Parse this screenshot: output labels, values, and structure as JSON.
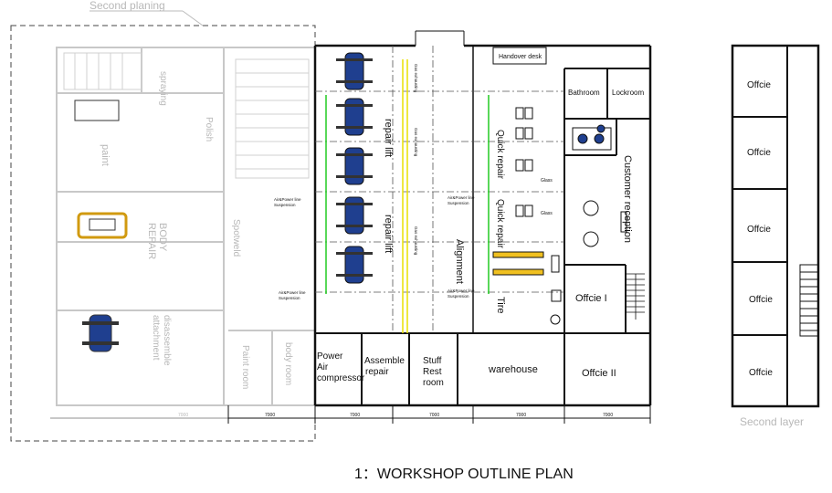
{
  "plan": {
    "caption": "1：WORKSHOP OUTLINE PLAN",
    "second_planing": "Second planing",
    "second_layer": "Second layer",
    "rooms": {
      "spraying": "spraying",
      "polish": "Polish",
      "paint": "paint",
      "body_repair_1": "BODY",
      "body_repair_2": "REPAIR",
      "spotweld": "Spotweld",
      "disassemble_1": "disassemble",
      "disassemble_2": "attachment",
      "paint_room": "Paint room",
      "body_room": "body room",
      "repair_lift_1": "repair lift",
      "repair_lift_2": "repair lift",
      "quick_repair_1": "Quick repair",
      "quick_repair_2": "Quick repair",
      "alignment": "Alignment",
      "tire": "Tire",
      "handover_desk": "Handover desk",
      "bathroom": "Bathroom",
      "lockroom": "Lockroom",
      "customer_reception": "Customer reception",
      "office_i": "Offcie I",
      "office_ii": "Offcie II",
      "warehouse": "warehouse",
      "power_1": "Power",
      "power_2": "Air",
      "power_3": "compressor",
      "assemble_1": "Assemble",
      "assemble_2": "repair",
      "stuff_1": "Stuff",
      "stuff_2": "Rest",
      "stuff_3": "room",
      "side_office_1": "Offcie",
      "side_office_2": "Offcie",
      "side_office_3": "Offcie",
      "side_office_4": "Offcie",
      "side_office_5": "Offcie"
    },
    "notes": {
      "gas_ext_1": "Gas exhausting",
      "gas_ext_2": "Gas exhausting",
      "gas_ext_3": "Gas exhausting",
      "air_power_1": "Air&Power line",
      "suspension_1": "Suspension",
      "air_power_2": "Air&Power line",
      "suspension_2": "Suspension",
      "air_power_3": "Air&Power line",
      "suspension_3": "Suspension",
      "air_power_4": "Air&Power line",
      "suspension_4": "Suspension",
      "glass_1": "Glass",
      "glass_2": "Glass"
    },
    "dimensions": {
      "d1": "7000",
      "d2": "7000",
      "d3": "7000",
      "d4": "7000",
      "d5": "7000",
      "d6": "7000"
    },
    "colors": {
      "wall": "#111111",
      "faint_wall": "#c4c4c4",
      "car_blue": "#1f3f8f",
      "green_line": "#22cc22",
      "yellow_line": "#e8e000",
      "lift_orange": "#e0a010"
    }
  }
}
